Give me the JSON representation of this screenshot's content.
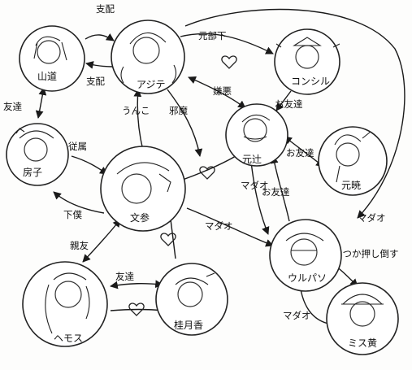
{
  "nodes": [
    {
      "id": "yamamichi",
      "label": "山道"
    },
    {
      "id": "ajite",
      "label": "アジテ"
    },
    {
      "id": "kochinshi",
      "label": "コンシル"
    },
    {
      "id": "motoshi",
      "label": "元辻"
    },
    {
      "id": "bouko",
      "label": "房子"
    },
    {
      "id": "motoaki",
      "label": "元暁"
    },
    {
      "id": "shisai",
      "label": "文参"
    },
    {
      "id": "warupaso",
      "label": "ウルパソ"
    },
    {
      "id": "hemosu",
      "label": "ヘモス"
    },
    {
      "id": "katsura",
      "label": "桂月香"
    },
    {
      "id": "missfu",
      "label": "ミス黄"
    }
  ],
  "edges": {
    "e1": "支配",
    "e2": "支配",
    "e3": "友達",
    "e4": "元部下",
    "e5": "嫌悪",
    "e6": "お友達",
    "e7": "邪魔",
    "e8": "うんこ",
    "e9": "従属",
    "e10": "お友達",
    "e11": "下僕",
    "e12": "マダオ",
    "e13": "お友達",
    "e14": "マダオ",
    "e15": "マダオ",
    "e16": "親友",
    "e17": "友達",
    "e18": "いつか押し倒す",
    "e19": "マダオ"
  }
}
